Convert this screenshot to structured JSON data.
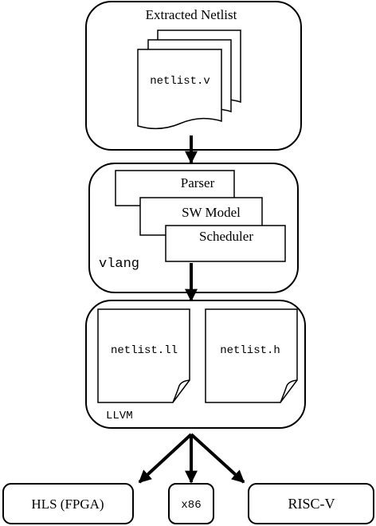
{
  "top_box": {
    "title": "Extracted Netlist",
    "file": "netlist.v"
  },
  "vlang_box": {
    "stages": [
      "Parser",
      "SW Model",
      "Scheduler"
    ],
    "label": "vlang"
  },
  "llvm_box": {
    "files": [
      "netlist.ll",
      "netlist.h"
    ],
    "label": "LLVM"
  },
  "targets": [
    "HLS (FPGA)",
    "x86",
    "RISC-V"
  ],
  "colors": {
    "stroke": "#000000",
    "fill": "#ffffff"
  }
}
